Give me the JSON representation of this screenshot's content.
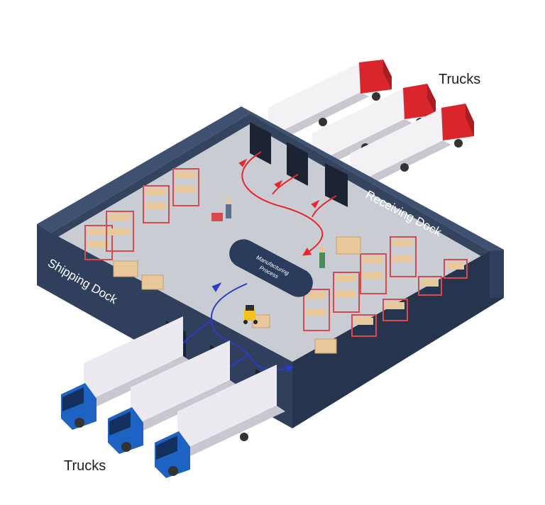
{
  "labels": {
    "trucks_top": "Trucks",
    "trucks_bottom": "Trucks",
    "receiving_dock": "Receiving Dock",
    "shipping_dock": "Shipping Dock",
    "process_line1": "Manufacturing",
    "process_line2": "Process"
  },
  "colors": {
    "wall_top": "#3f5170",
    "wall_face": "#2f3f5c",
    "wall_dark": "#26344d",
    "floor": "#c9cdd3",
    "inbound_flow": "#e8262c",
    "outbound_flow": "#2c3cc7",
    "process_node": "#2a3b5c",
    "truck_red": "#d9262b",
    "truck_blue": "#1e63c4",
    "trailer": "#eceaf0",
    "pallet": "#e8c79a",
    "rack": "#d94a4a"
  },
  "icons": [
    "truck-icon",
    "forklift-icon",
    "worker-icon",
    "shelf-rack-icon",
    "box-stack-icon"
  ]
}
